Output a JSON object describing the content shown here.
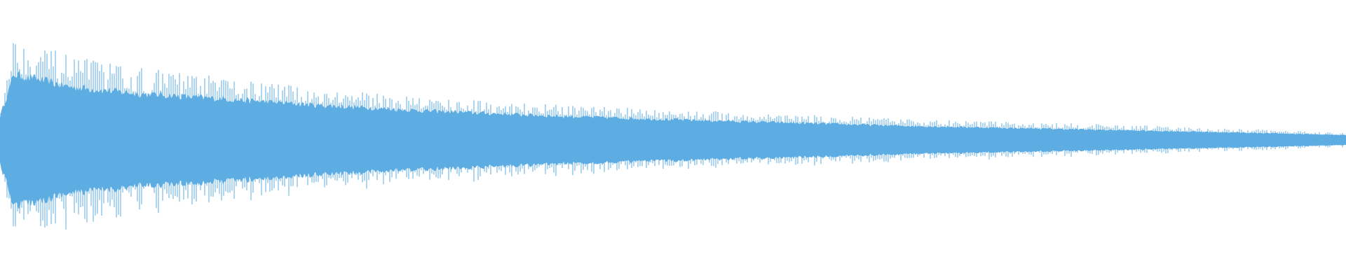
{
  "waveform": {
    "color": "#5dade2",
    "background": "#ffffff",
    "core_envelope": [
      0.17,
      0.47,
      0.38,
      0.33,
      0.3,
      0.25,
      0.21,
      0.17,
      0.14,
      0.12,
      0.1,
      0.085,
      0.07,
      0.06,
      0.05,
      0.04,
      0.035
    ],
    "peak_envelope": [
      0.3,
      0.75,
      0.6,
      0.52,
      0.46,
      0.37,
      0.31,
      0.25,
      0.21,
      0.18,
      0.15,
      0.13,
      0.11,
      0.09,
      0.075,
      0.06,
      0.05
    ]
  }
}
